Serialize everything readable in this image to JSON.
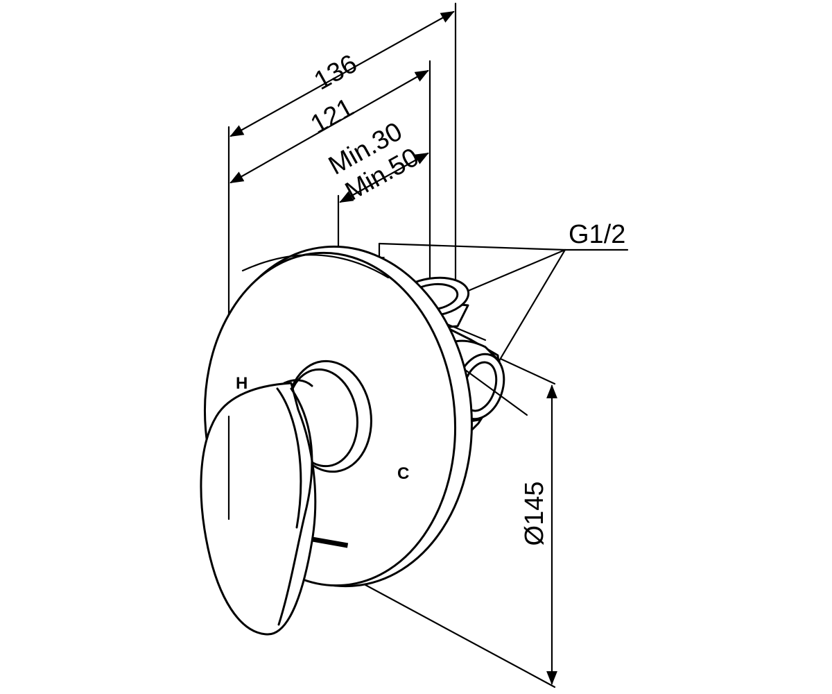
{
  "dimensions": {
    "overall_depth": "136",
    "body_depth": "121",
    "min_depth_1": "Min.30",
    "min_depth_2": "Min.50",
    "thread": "G1/2",
    "plate_diameter": "Ø145"
  },
  "markings": {
    "hot": "H",
    "cold": "C"
  },
  "colors": {
    "line": "#000000",
    "background": "#ffffff"
  }
}
